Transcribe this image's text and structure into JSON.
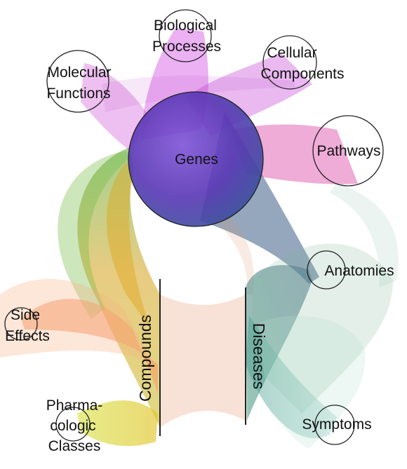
{
  "nodes": {
    "biological_processes": {
      "line1": "Biological",
      "line2": "Processes"
    },
    "cellular_components": {
      "line1": "Cellular",
      "line2": "Components"
    },
    "molecular_functions": {
      "line1": "Molecular",
      "line2": "Functions"
    },
    "genes": {
      "label": "Genes"
    },
    "pathways": {
      "label": "Pathways"
    },
    "anatomies": {
      "label": "Anatomies"
    },
    "side_effects": {
      "line1": "Side",
      "line2": "Effects"
    },
    "pharmacologic_classes": {
      "line1": "Pharma-",
      "line2": "cologic",
      "line3": "Classes"
    },
    "symptoms": {
      "label": "Symptoms"
    },
    "compounds": {
      "label": "Compounds"
    },
    "diseases": {
      "label": "Diseases"
    }
  },
  "colors": {
    "gene_ontology_edges": "#c83bd8",
    "pathway_edges": "#d2389a",
    "genes_fill": "#5a3bb8",
    "anatomy_edges": "#3f6f88",
    "compound_gene_edges": "#5fae2e",
    "side_effect_edges": "#f59a6a",
    "pharmacologic_edges": "#d8cc2a",
    "disease_edges": "#3f9a78",
    "symptom_edges": "#8ad0c8",
    "compound_disease_edges": "#e8a080"
  }
}
